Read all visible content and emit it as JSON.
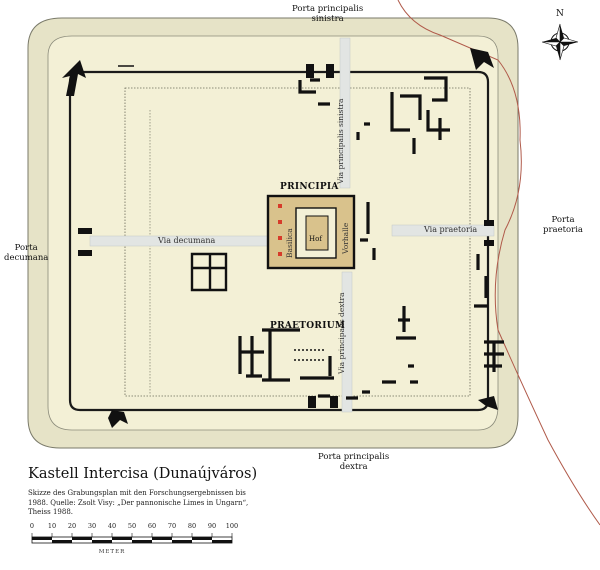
{
  "map": {
    "title": "Kastell Intercisa (Dunaújváros)",
    "caption_lines": [
      "Skizze des Grabungsplan mit den Forschungsergebnissen bis",
      "1988. Quelle: Zsolt Visy: „Der pannonische Limes in Ungarn“,",
      "Theiss 1988."
    ],
    "gates": {
      "sinistra": [
        "Porta principalis",
        "sinistra"
      ],
      "dextra": [
        "Porta principalis",
        "dextra"
      ],
      "decumana": [
        "Porta",
        "decumana"
      ],
      "praetoria": [
        "Porta",
        "praetoria"
      ]
    },
    "buildings": {
      "principia": "PRINCIPIA",
      "praetorium": "PRAETORIUM",
      "basilica": "Basilica",
      "hof": "Hof",
      "vorhalle": "Vorhalle"
    },
    "roads": {
      "via_decumana": "Via decumana",
      "via_praetoria": "Via praetoria",
      "via_sinistra": "Via principalis sinistra",
      "via_dextra": "Via principalis dextra"
    },
    "north_label": "N",
    "scale": {
      "ticks": [
        "0",
        "10",
        "20",
        "30",
        "40",
        "50",
        "60",
        "70",
        "80",
        "90",
        "100"
      ],
      "unit": "METER"
    },
    "colors": {
      "fort_fill": "#f3f0d6",
      "wall": "#e6e3c7",
      "road": "#e2e5e3",
      "building_fill": "#d9c28c",
      "river": "#b05a4a"
    }
  }
}
